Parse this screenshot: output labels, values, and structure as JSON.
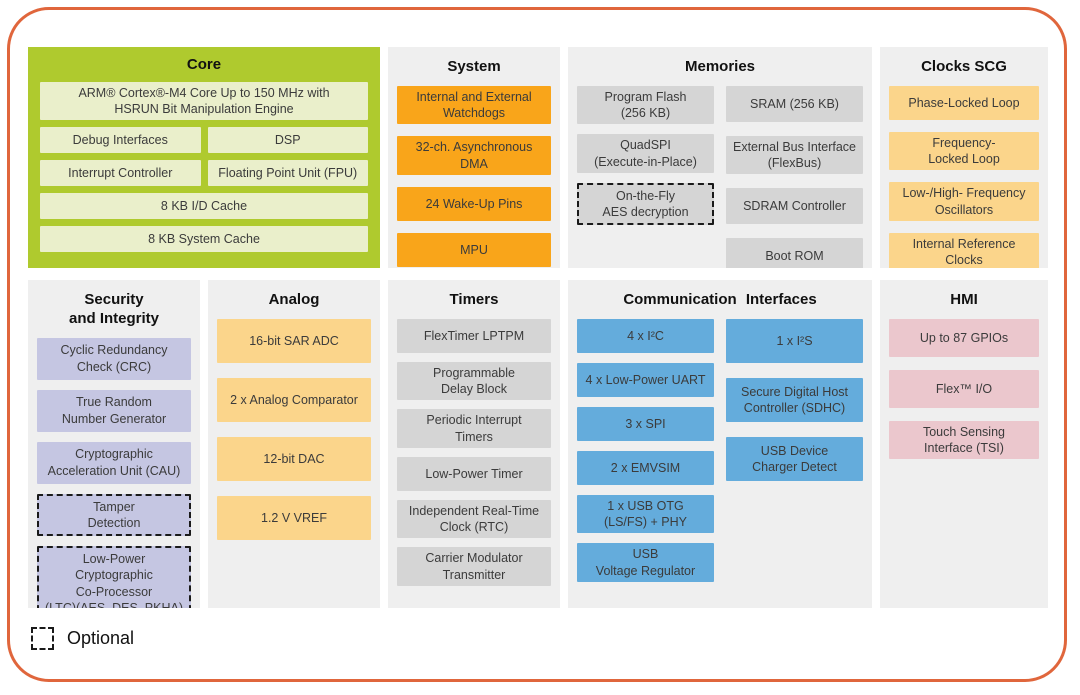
{
  "colors": {
    "frame_border": "#E0663C",
    "core_green": "#AFCA2E",
    "core_item_pale_green": "#EAEFCB",
    "system_orange": "#F9A51A",
    "clock_analog_amber": "#FBD58B",
    "memory_timer_gray": "#D5D5D5",
    "panel_gray": "#EFEFEF",
    "security_lavender": "#C5C6E2",
    "comm_blue": "#64ACDC",
    "hmi_pink": "#EBC7CD"
  },
  "sections": {
    "core": {
      "title": "Core",
      "items": [
        "ARM® Cortex®-M4 Core Up to 150 MHz with\nHSRUN Bit Manipulation Engine",
        "Debug Interfaces",
        "DSP",
        "Interrupt Controller",
        "Floating Point Unit (FPU)",
        "8 KB I/D Cache",
        "8 KB System Cache"
      ]
    },
    "system": {
      "title": "System",
      "items": [
        "Internal and External\nWatchdogs",
        "32-ch. Asynchronous\nDMA",
        "24 Wake-Up Pins",
        "MPU"
      ]
    },
    "memories": {
      "title": "Memories",
      "left": [
        "Program Flash\n(256 KB)",
        "QuadSPI\n(Execute-in-Place)",
        "On-the-Fly\nAES decryption"
      ],
      "right": [
        "SRAM (256 KB)",
        "External Bus Interface\n(FlexBus)",
        "SDRAM Controller",
        "Boot ROM"
      ]
    },
    "clocks": {
      "title": "Clocks SCG",
      "items": [
        "Phase-Locked Loop",
        "Frequency-\nLocked Loop",
        "Low-/High- Frequency\nOscillators",
        "Internal Reference\nClocks"
      ]
    },
    "security": {
      "title": "Security\nand Integrity",
      "items": [
        "Cyclic Redundancy\nCheck (CRC)",
        "True Random\nNumber Generator",
        "Cryptographic\nAcceleration Unit (CAU)",
        "Tamper\nDetection",
        "Low-Power Cryptographic\nCo-Processor\n(LTC)(AES, DES, PKHA)"
      ]
    },
    "analog": {
      "title": "Analog",
      "items": [
        "16-bit SAR ADC",
        "2 x Analog Comparator",
        "12-bit DAC",
        "1.2 V VREF"
      ]
    },
    "timers": {
      "title": "Timers",
      "items": [
        "FlexTimer LPTPM",
        "Programmable\nDelay Block",
        "Periodic Interrupt\nTimers",
        "Low-Power Timer",
        "Independent Real-Time\nClock (RTC)",
        "Carrier Modulator\nTransmitter"
      ]
    },
    "comm": {
      "title": "Communication Interfaces",
      "left": [
        "4 x I²C",
        "4 x Low-Power UART",
        "3 x SPI",
        "2 x EMVSIM",
        "1 x USB OTG\n(LS/FS) + PHY",
        "USB\nVoltage Regulator"
      ],
      "right": [
        "1 x I²S",
        "Secure Digital Host\nController (SDHC)",
        "USB Device\nCharger Detect"
      ]
    },
    "hmi": {
      "title": "HMI",
      "items": [
        "Up to 87 GPIOs",
        "Flex™ I/O",
        "Touch Sensing\nInterface (TSI)"
      ]
    }
  },
  "legend": {
    "label": "Optional"
  }
}
